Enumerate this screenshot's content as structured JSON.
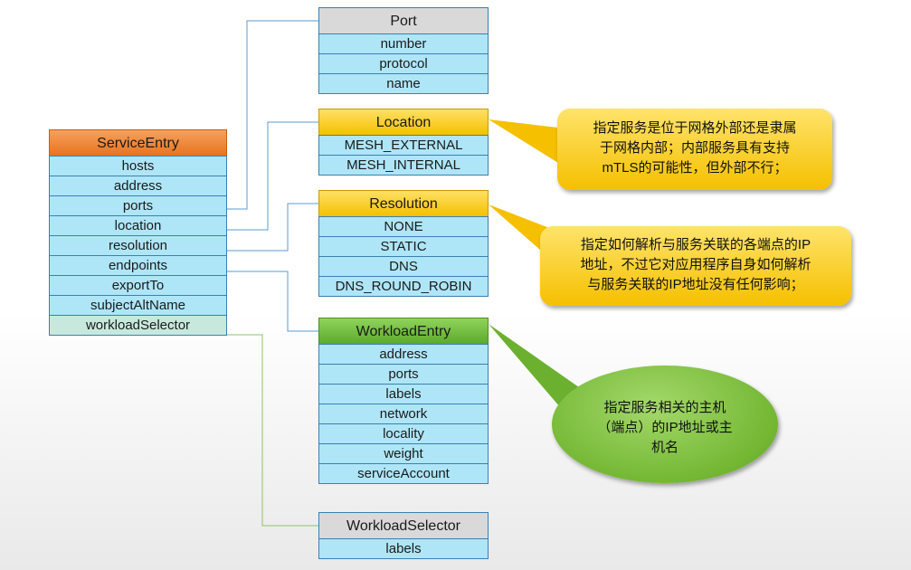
{
  "service_entry": {
    "title": "ServiceEntry",
    "fields": [
      "hosts",
      "address",
      "ports",
      "location",
      "resolution",
      "endpoints",
      "exportTo",
      "subjectAltName",
      "workloadSelector"
    ]
  },
  "port": {
    "title": "Port",
    "fields": [
      "number",
      "protocol",
      "name"
    ]
  },
  "location": {
    "title": "Location",
    "fields": [
      "MESH_EXTERNAL",
      "MESH_INTERNAL"
    ]
  },
  "resolution": {
    "title": "Resolution",
    "fields": [
      "NONE",
      "STATIC",
      "DNS",
      "DNS_ROUND_ROBIN"
    ]
  },
  "workload_entry": {
    "title": "WorkloadEntry",
    "fields": [
      "address",
      "ports",
      "labels",
      "network",
      "locality",
      "weight",
      "serviceAccount"
    ]
  },
  "workload_selector": {
    "title": "WorkloadSelector",
    "fields": [
      "labels"
    ]
  },
  "notes": {
    "location_lines": [
      "指定服务是位于网格外部还是隶属",
      "于网格内部；内部服务具有支持",
      "mTLS的可能性，但外部不行；"
    ],
    "resolution_lines": [
      "指定如何解析与服务关联的各端点的IP",
      "地址，不过它对应用程序自身如何解析",
      "与服务关联的IP地址没有任何影响；"
    ],
    "workload_lines": [
      "指定服务相关的主机",
      "（端点）的IP地址或主",
      "机名"
    ]
  },
  "colors": {
    "field_fill": "#aee6f8",
    "field_border": "#3c7fb1",
    "header_orange": "#e8731f",
    "header_gold": "#f5c000",
    "header_green": "#5caa2c",
    "header_gray": "#d9d9d9",
    "selector_field": "#c7e9dd"
  }
}
